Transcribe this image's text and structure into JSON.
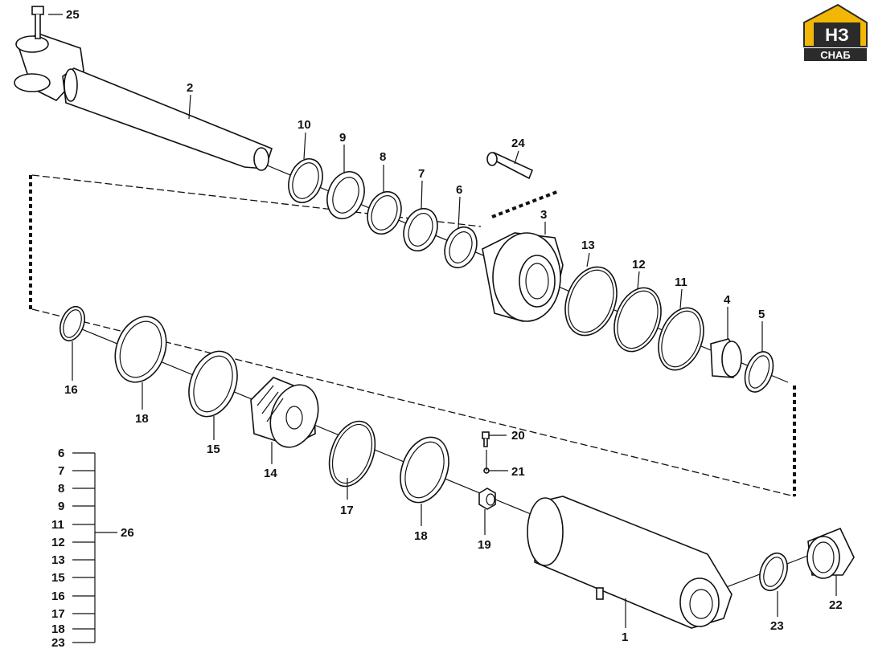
{
  "logo": {
    "letters": "НЗ",
    "text": "СНАБ",
    "color_primary": "#f2b705",
    "color_dark": "#2b2b2b"
  },
  "callouts": [
    {
      "id": "p25",
      "label": "25"
    },
    {
      "id": "p2",
      "label": "2"
    },
    {
      "id": "p10",
      "label": "10"
    },
    {
      "id": "p9",
      "label": "9"
    },
    {
      "id": "p8",
      "label": "8"
    },
    {
      "id": "p7",
      "label": "7"
    },
    {
      "id": "p6",
      "label": "6"
    },
    {
      "id": "p24",
      "label": "24"
    },
    {
      "id": "p3",
      "label": "3"
    },
    {
      "id": "p13",
      "label": "13"
    },
    {
      "id": "p12",
      "label": "12"
    },
    {
      "id": "p11",
      "label": "11"
    },
    {
      "id": "p4",
      "label": "4"
    },
    {
      "id": "p5",
      "label": "5"
    },
    {
      "id": "p16",
      "label": "16"
    },
    {
      "id": "p18a",
      "label": "18"
    },
    {
      "id": "p15",
      "label": "15"
    },
    {
      "id": "p14",
      "label": "14"
    },
    {
      "id": "p17",
      "label": "17"
    },
    {
      "id": "p18b",
      "label": "18"
    },
    {
      "id": "p20",
      "label": "20"
    },
    {
      "id": "p21",
      "label": "21"
    },
    {
      "id": "p19",
      "label": "19"
    },
    {
      "id": "p1",
      "label": "1"
    },
    {
      "id": "p23",
      "label": "23"
    },
    {
      "id": "p22",
      "label": "22"
    }
  ],
  "kit": {
    "label": "26",
    "items": [
      "6",
      "7",
      "8",
      "9",
      "11",
      "12",
      "13",
      "15",
      "16",
      "17",
      "18",
      "23"
    ]
  }
}
